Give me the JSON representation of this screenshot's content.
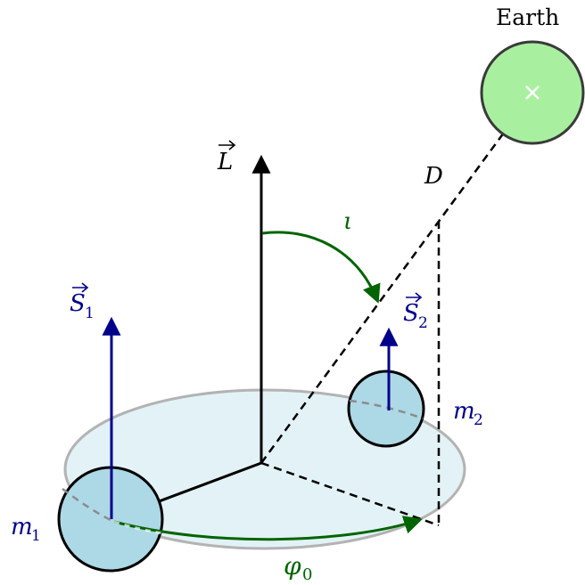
{
  "labels": {
    "earth": "Earth",
    "distance": "D",
    "orbital_angular_momentum": "L",
    "inclination": "ι",
    "spin_1": "S",
    "spin_1_sub": "1",
    "spin_2": "S",
    "spin_2_sub": "2",
    "mass_1": "m",
    "mass_1_sub": "1",
    "mass_2": "m",
    "mass_2_sub": "2",
    "phase": "φ",
    "phase_sub": "0"
  },
  "colors": {
    "spin_vectors": "#00008b",
    "angle_arrows": "#006400",
    "bodies_fill": "#add8e6",
    "orbit_plane_fill": "#e3f2f6",
    "orbit_plane_stroke": "#b3b3b3",
    "earth_fill": "#a8f0a0",
    "earth_stroke": "#3a3a3a",
    "axes": "#000000"
  }
}
